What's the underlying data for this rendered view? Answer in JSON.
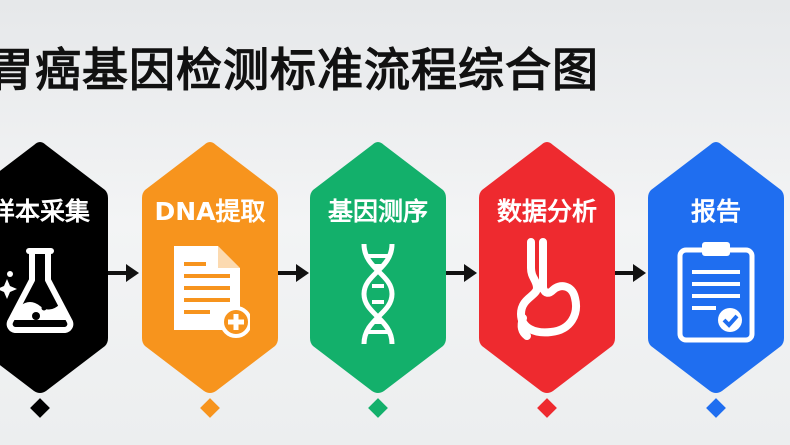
{
  "title": "胃癌基因检测标准流程综合图",
  "steps": [
    {
      "label": "样本采集",
      "icon": "flask-icon",
      "color": "#000000"
    },
    {
      "label": "DNA提取",
      "icon": "document-plus-icon",
      "color": "#f7941d"
    },
    {
      "label": "基因测序",
      "icon": "dna-icon",
      "color": "#13b06b"
    },
    {
      "label": "数据分析",
      "icon": "stomach-icon",
      "color": "#ee2a2f"
    },
    {
      "label": "报告",
      "icon": "clipboard-check-icon",
      "color": "#1f6ef0"
    }
  ]
}
